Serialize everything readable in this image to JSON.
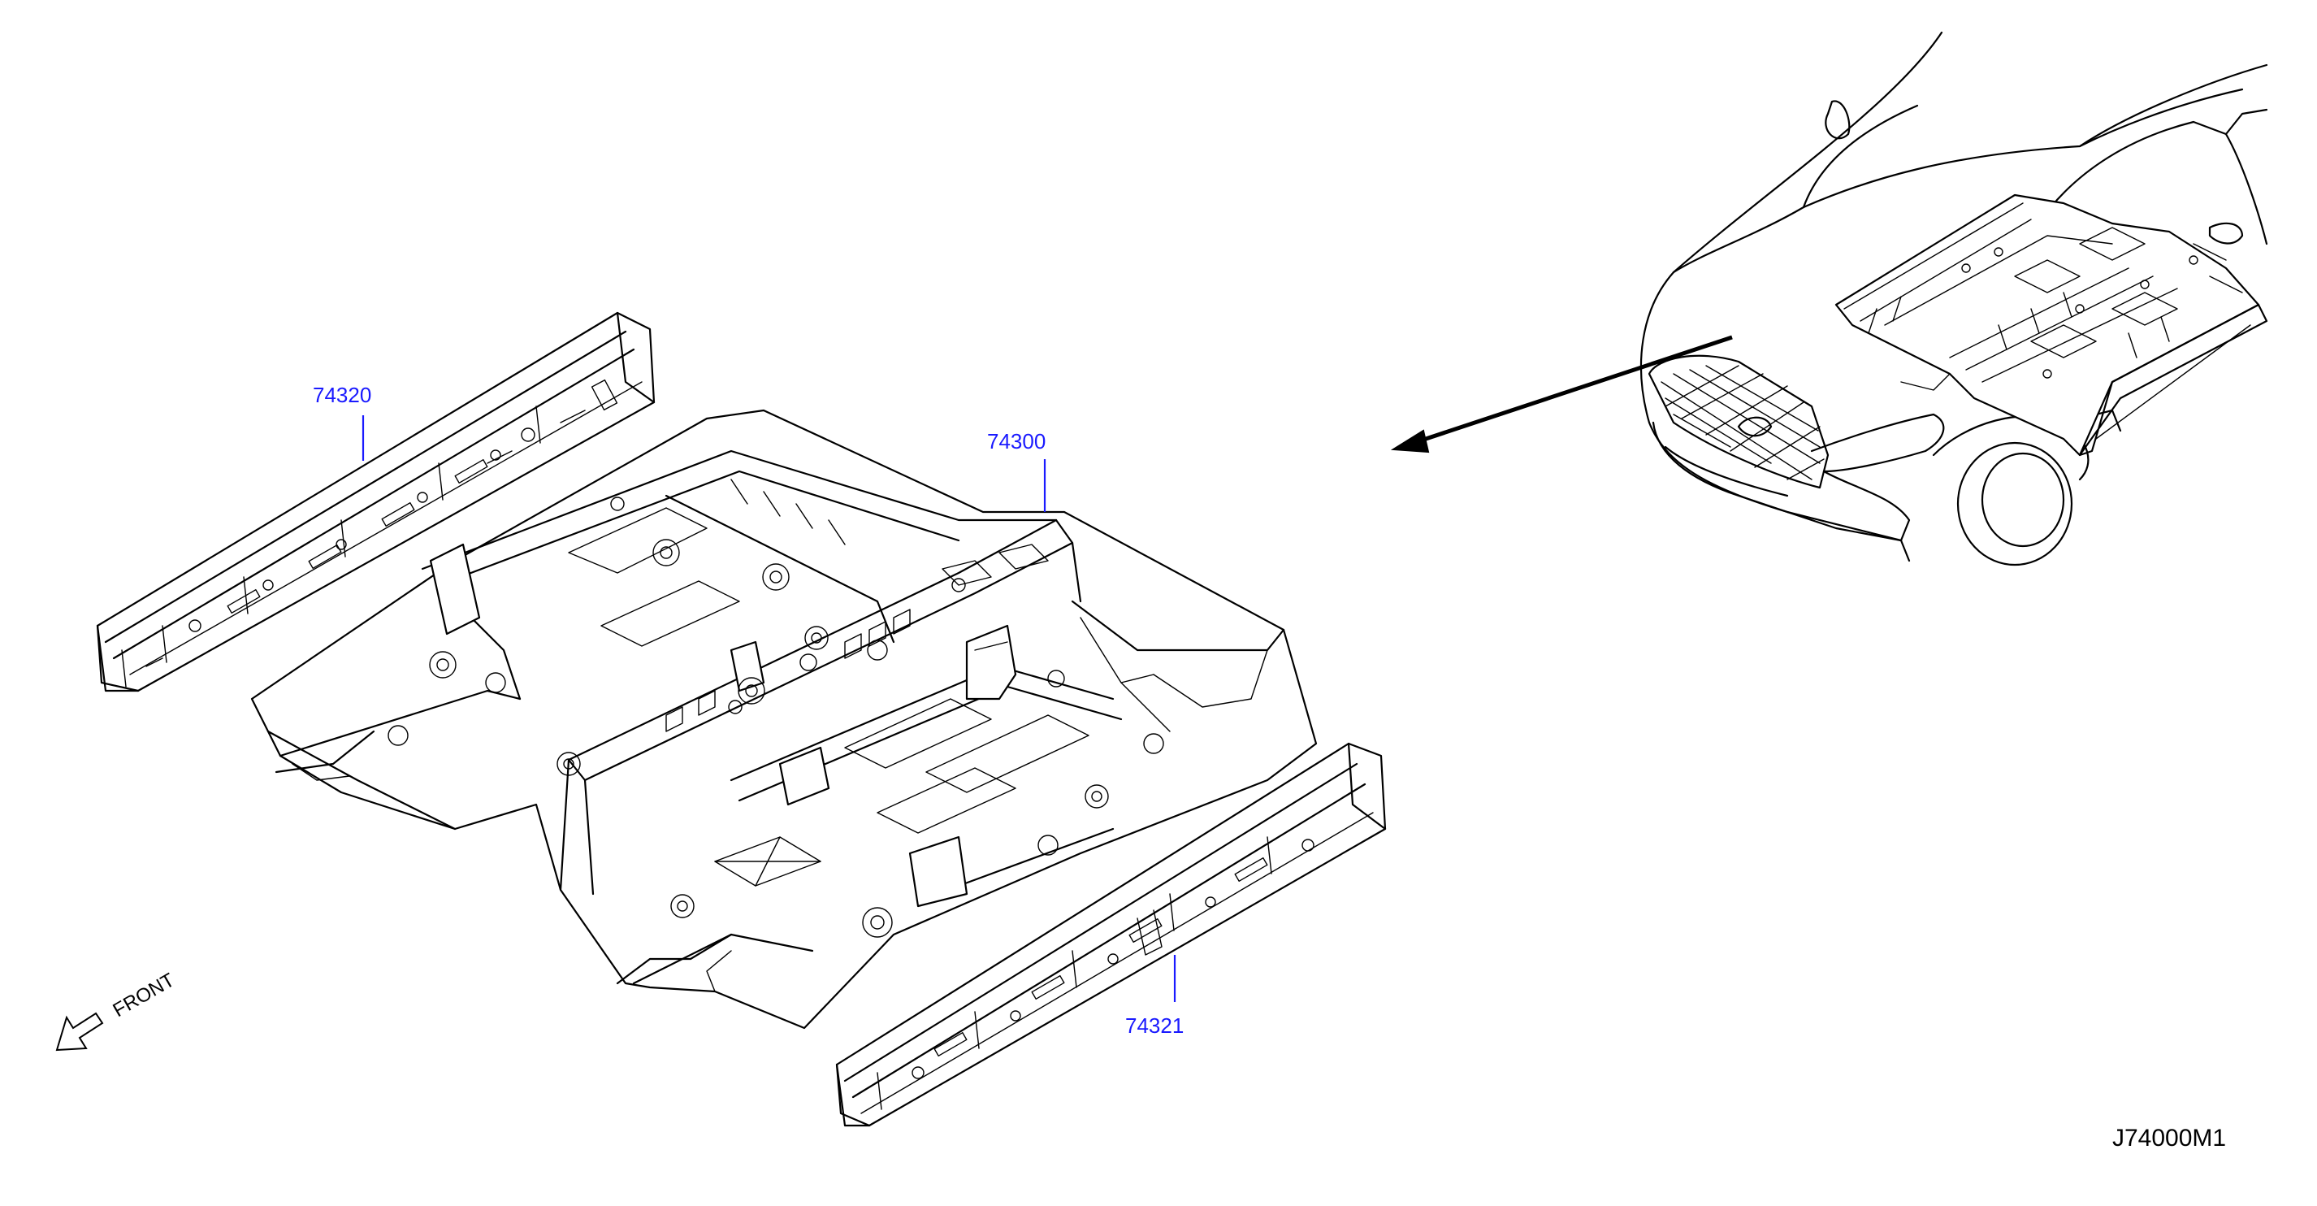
{
  "parts": [
    {
      "id": "74320",
      "name": "part-74320"
    },
    {
      "id": "74300",
      "name": "part-74300"
    },
    {
      "id": "74321",
      "name": "part-74321"
    }
  ],
  "front_label": "FRONT",
  "diagram_code": "J74000M1",
  "colors": {
    "label": "#1a1aff",
    "line": "#000000",
    "background": "#ffffff"
  }
}
